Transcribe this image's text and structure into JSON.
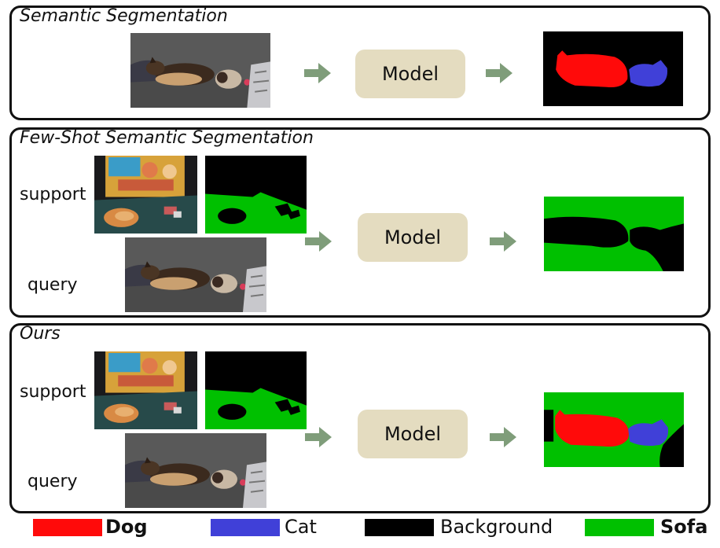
{
  "panels": [
    {
      "title": "Semantic Segmentation",
      "model_label": "Model"
    },
    {
      "title": "Few-Shot Semantic Segmentation",
      "model_label": "Model",
      "support_label": "support",
      "query_label": "query"
    },
    {
      "title": "Ours",
      "model_label": "Model",
      "support_label": "support",
      "query_label": "query"
    }
  ],
  "legend": [
    {
      "label": "Dog",
      "color": "#ff0a0a",
      "bold": true
    },
    {
      "label": "Cat",
      "color": "#4040d8",
      "bold": false
    },
    {
      "label": "Background",
      "color": "#000000",
      "bold": false
    },
    {
      "label": "Sofa",
      "color": "#00c000",
      "bold": true
    }
  ],
  "colors": {
    "arrow": "#7f9d7a",
    "model_box": "#e4dcc0",
    "panel_border": "#111111"
  }
}
